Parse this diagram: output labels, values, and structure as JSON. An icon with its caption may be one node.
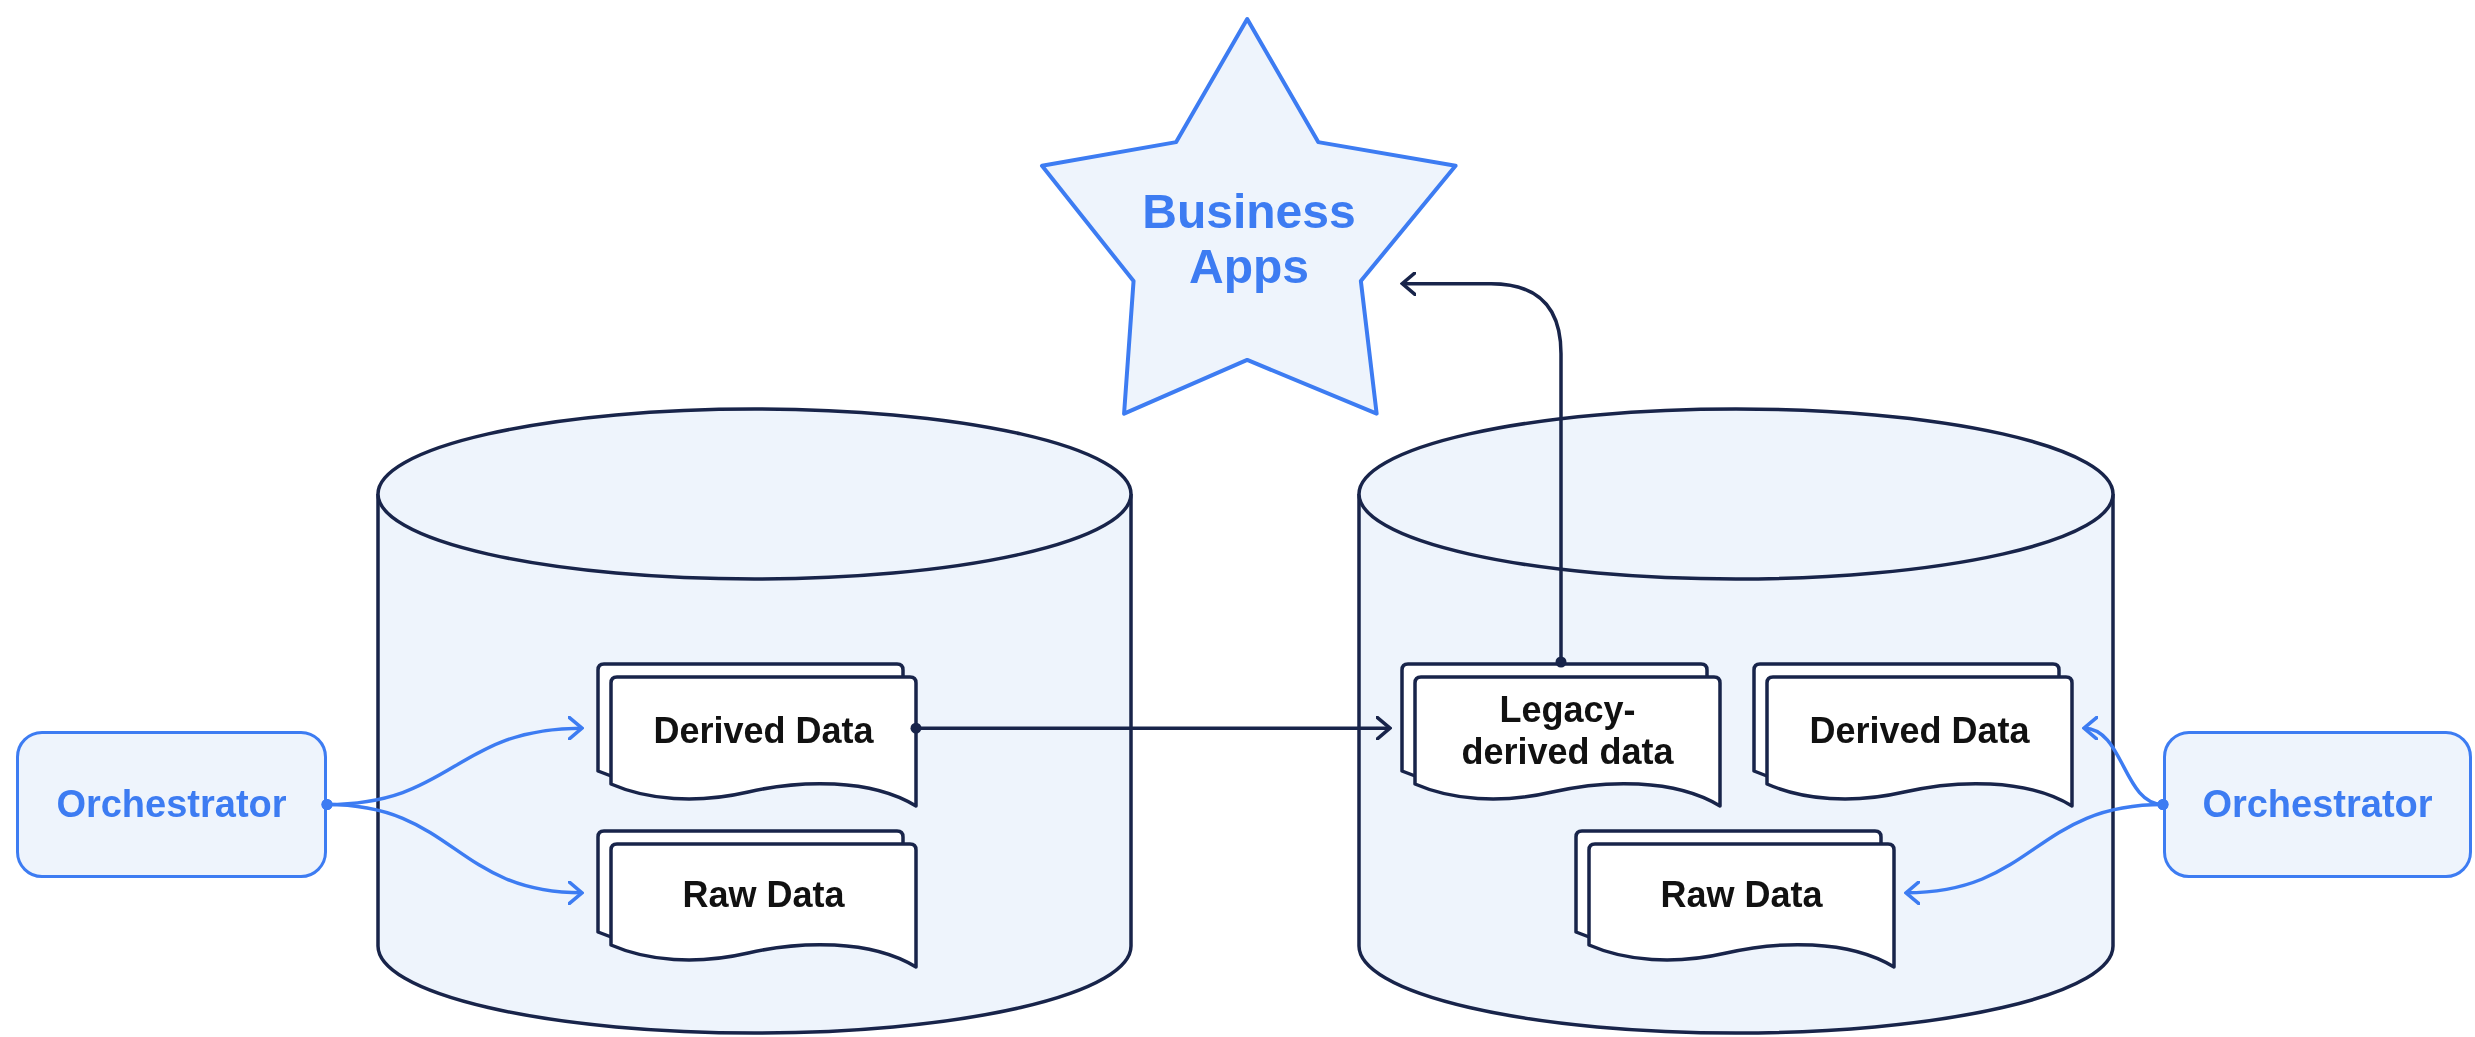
{
  "diagram": {
    "nodes": [
      {
        "text": [
          "Business Apps"
        ]
      },
      {
        "text": [],
        "shape": "cylinder"
      },
      {
        "text": [],
        "shape": "cylinder"
      },
      {
        "text": [
          "Derived Data"
        ],
        "in": 1
      },
      {
        "text": [
          "Raw Data"
        ],
        "in": 1
      },
      {
        "text": [
          "Legacy-derived data"
        ],
        "in": 2
      },
      {
        "text": [
          "Derived Data"
        ],
        "in": 2
      },
      {
        "text": [
          "Raw Data"
        ],
        "in": 2
      },
      {
        "text": [
          "Orchestrator"
        ]
      },
      {
        "text": [
          "Orchestrator"
        ]
      }
    ],
    "edges": [
      {
        "from": 8,
        "to": 3,
        "arrow": "to"
      },
      {
        "from": 8,
        "to": 4,
        "arrow": "to"
      },
      {
        "from": 3,
        "to": 5,
        "arrow": "to",
        "color": "#18244a"
      },
      {
        "from": 5,
        "to": 0,
        "arrow": "to",
        "color": "#18244a"
      },
      {
        "from": 9,
        "to": 6,
        "arrow": "to"
      },
      {
        "from": 9,
        "to": 7,
        "arrow": "to"
      }
    ]
  }
}
